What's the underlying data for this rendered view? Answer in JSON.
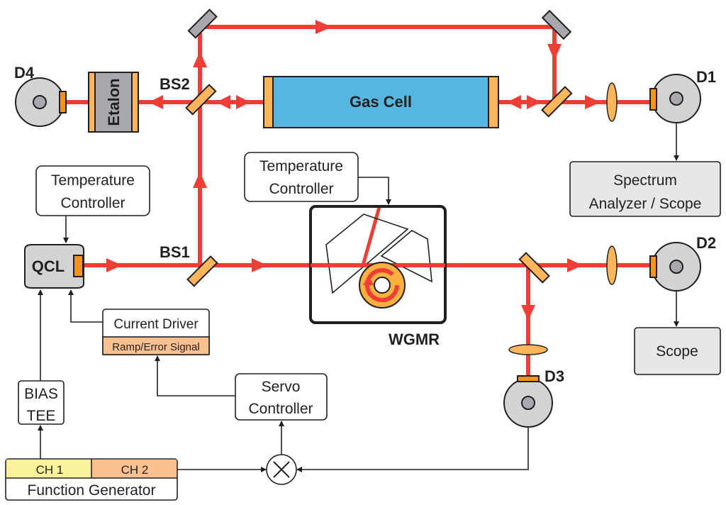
{
  "labels": {
    "d1": "D1",
    "d2": "D2",
    "d3": "D3",
    "d4": "D4",
    "bs1": "BS1",
    "bs2": "BS2",
    "qcl": "QCL",
    "etalon": "Etalon",
    "gas_cell": "Gas Cell",
    "wgmr": "WGMR"
  },
  "boxes": {
    "temp_controller_qcl": [
      "Temperature",
      "Controller"
    ],
    "temp_controller_wgmr": [
      "Temperature",
      "Controller"
    ],
    "current_driver": "Current Driver",
    "ramp_error_signal": "Ramp/Error Signal",
    "bias_tee": [
      "BIAS",
      "TEE"
    ],
    "servo_controller": [
      "Servo",
      "Controller"
    ],
    "function_generator": "Function Generator",
    "ch1": "CH 1",
    "ch2": "CH 2",
    "spectrum_analyzer": [
      "Spectrum",
      "Analyzer / Scope"
    ],
    "scope": "Scope"
  },
  "colors": {
    "beam": "#ef3e36",
    "optic": "#fbb65a",
    "mirror": "#a7a9ac",
    "detector": "#d1d3d4",
    "gas_cell": "#55b6e0",
    "ch1": "#f8f29a",
    "ch2": "#fbc08f",
    "instrument": "#e6e7e8"
  },
  "icons": {
    "mixer": "multiplier-circle-icon"
  }
}
